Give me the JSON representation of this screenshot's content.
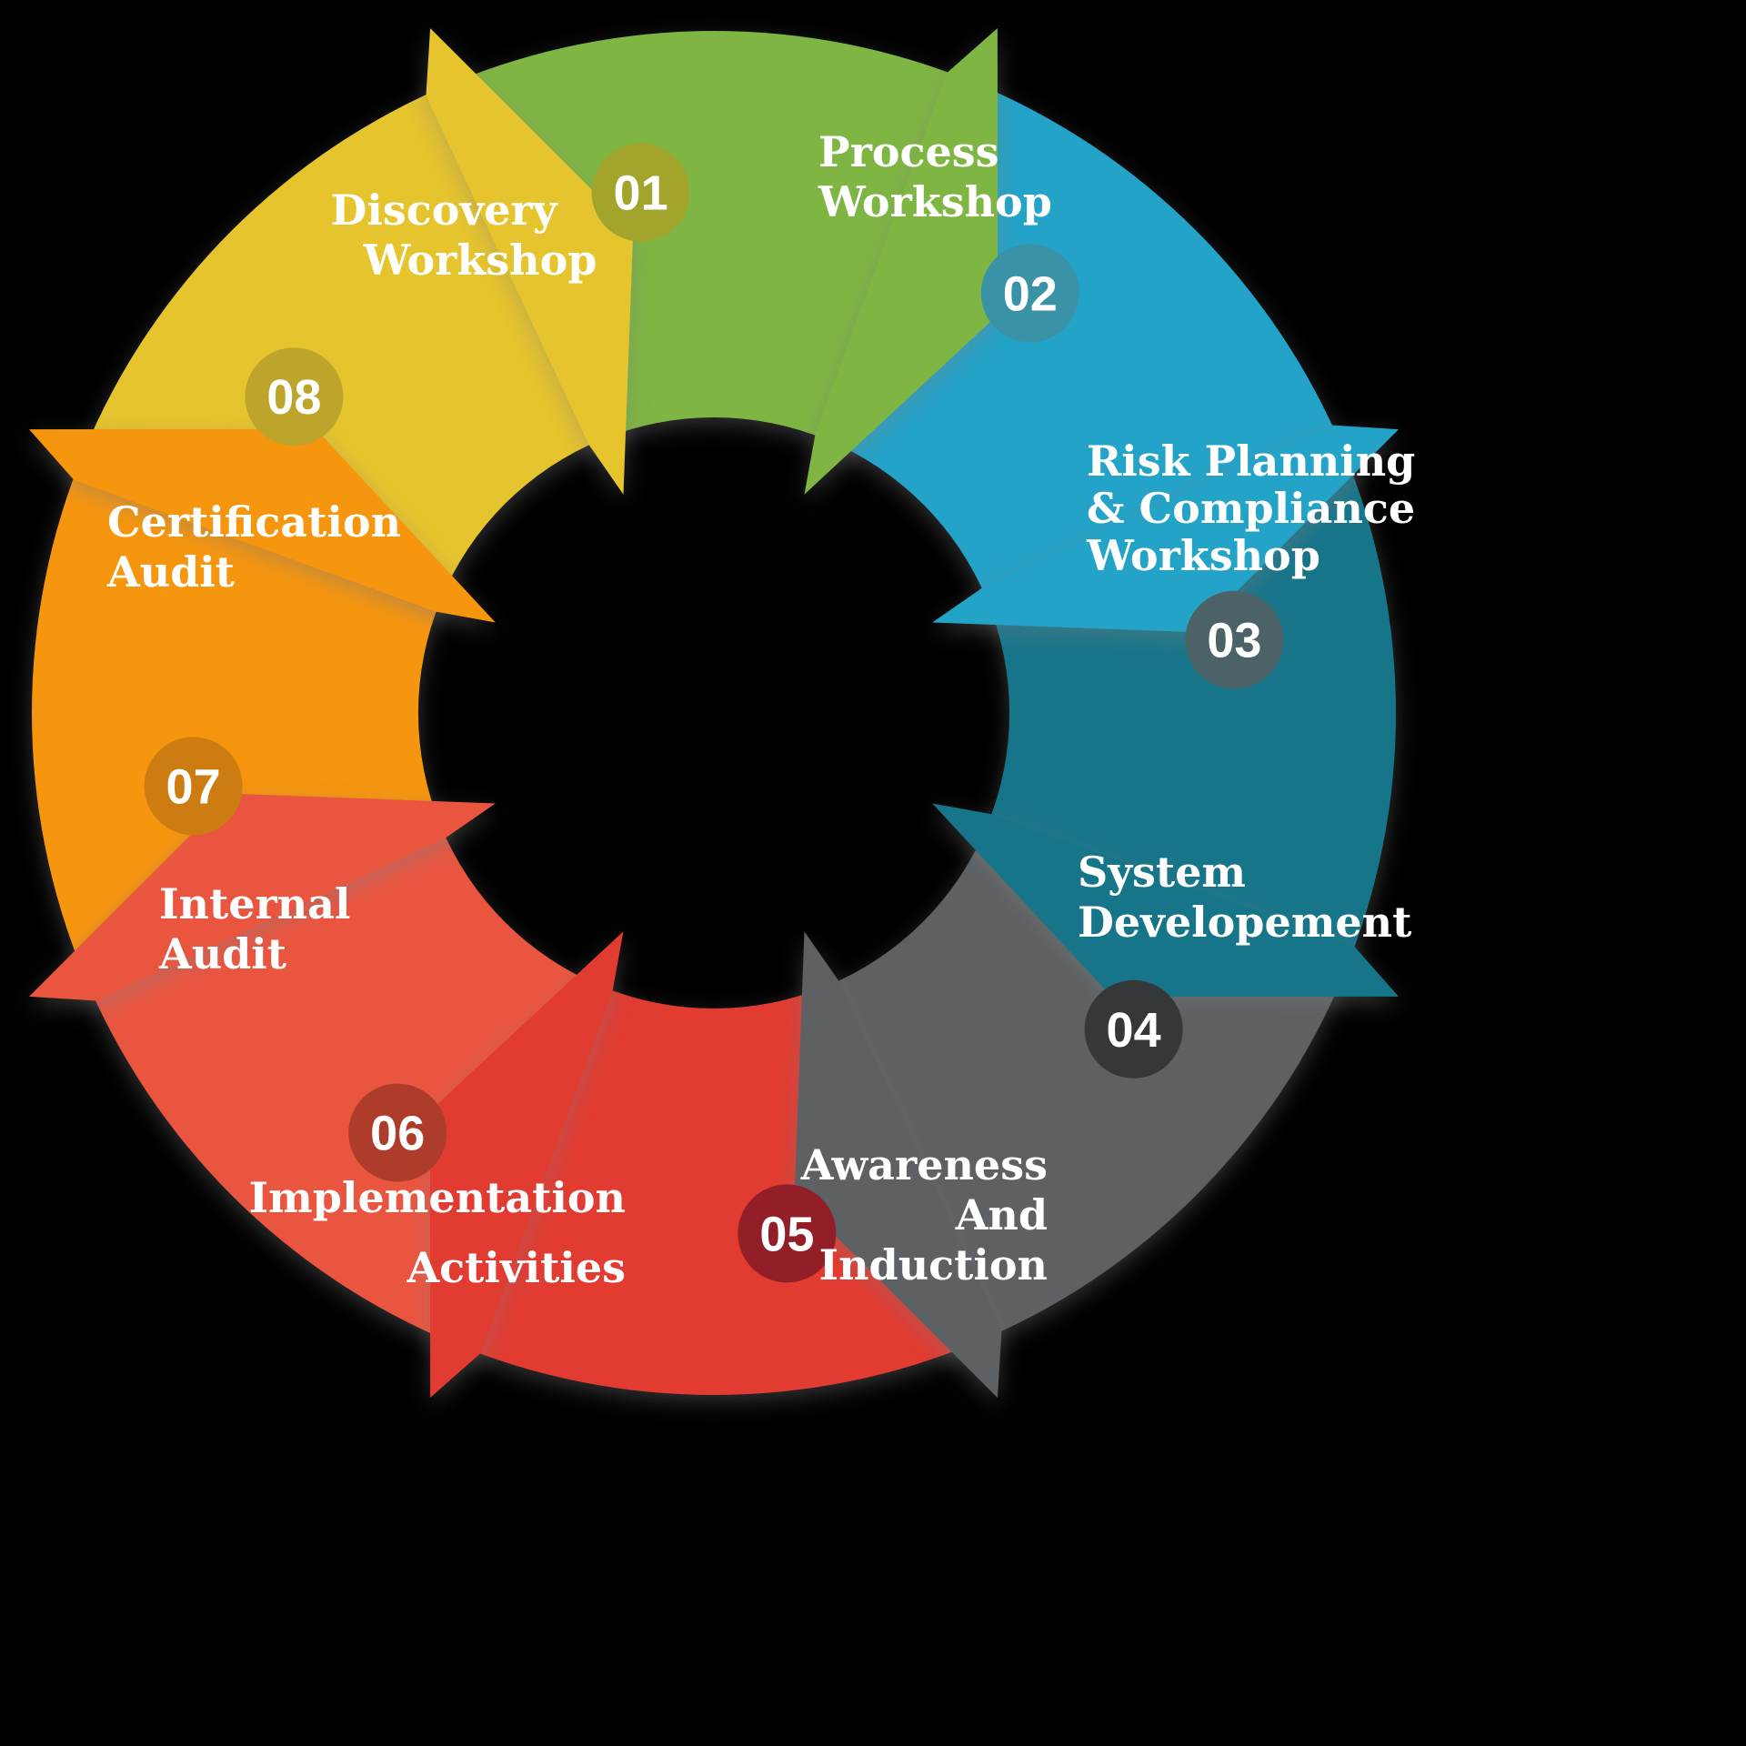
{
  "background": "#000000",
  "diagram": {
    "type": "cycle",
    "steps": [
      {
        "number": "01",
        "lines": [
          "Discovery",
          "Workshop"
        ],
        "color": "#7eb543",
        "badge_color": "#a3a42c"
      },
      {
        "number": "02",
        "lines": [
          "Process",
          "Workshop"
        ],
        "color": "#24a3c9",
        "badge_color": "#3a92a6"
      },
      {
        "number": "03",
        "lines": [
          "Risk Planning",
          "& Compliance",
          "Workshop"
        ],
        "color": "#17758a",
        "badge_color": "#4b6367"
      },
      {
        "number": "04",
        "lines": [
          "System",
          "Developement"
        ],
        "color": "#5d6163",
        "badge_color": "#343839"
      },
      {
        "number": "05",
        "lines": [
          "Awareness",
          "And",
          "Induction"
        ],
        "color": "#e23b31",
        "badge_color": "#921f28"
      },
      {
        "number": "06",
        "lines": [
          "Implementation",
          "Activities"
        ],
        "color": "#ea5540",
        "badge_color": "#ad3c2a"
      },
      {
        "number": "07",
        "lines": [
          "Internal",
          "Audit"
        ],
        "color": "#f6950e",
        "badge_color": "#cd7c12"
      },
      {
        "number": "08",
        "lines": [
          "Certification",
          "Audit"
        ],
        "color": "#e6c42d",
        "badge_color": "#bda52b"
      }
    ]
  }
}
